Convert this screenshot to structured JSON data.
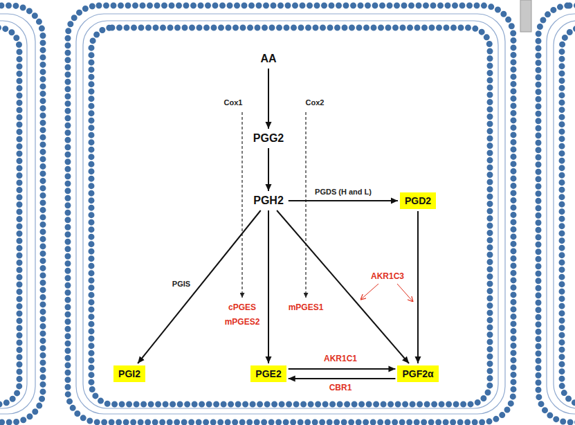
{
  "diagram": {
    "nodes": [
      {
        "text": [
          "AA"
        ]
      },
      {
        "text": [
          "PGG2"
        ]
      },
      {
        "text": [
          "PGH2"
        ]
      },
      {
        "text": [
          "PGD2"
        ]
      },
      {
        "text": [
          "PGI2"
        ]
      },
      {
        "text": [
          "PGE2"
        ]
      },
      {
        "text": [
          "PGF2α"
        ]
      }
    ],
    "edges": [
      {
        "from": 0,
        "to": 1,
        "arrow": "to"
      },
      {
        "from": 1,
        "to": 2,
        "arrow": "to"
      },
      {
        "from": 2,
        "to": 3,
        "label": "PGDS (H and L)",
        "arrow": "to"
      },
      {
        "from": 2,
        "to": 4,
        "label": "PGIS",
        "arrow": "to"
      },
      {
        "from": 2,
        "to": 5,
        "arrow": "to"
      },
      {
        "from": 2,
        "to": 6,
        "arrow": "to"
      },
      {
        "from": 3,
        "to": 6,
        "arrow": "to"
      },
      {
        "from": 5,
        "to": 6,
        "label": "AKR1C1",
        "arrow": "to"
      },
      {
        "from": 6,
        "to": 5,
        "label": "CBR1",
        "arrow": "to"
      }
    ],
    "labels": [
      "Cox1",
      "Cox2",
      "cPGES",
      "mPGES2",
      "mPGES1",
      "AKR1C3"
    ]
  }
}
